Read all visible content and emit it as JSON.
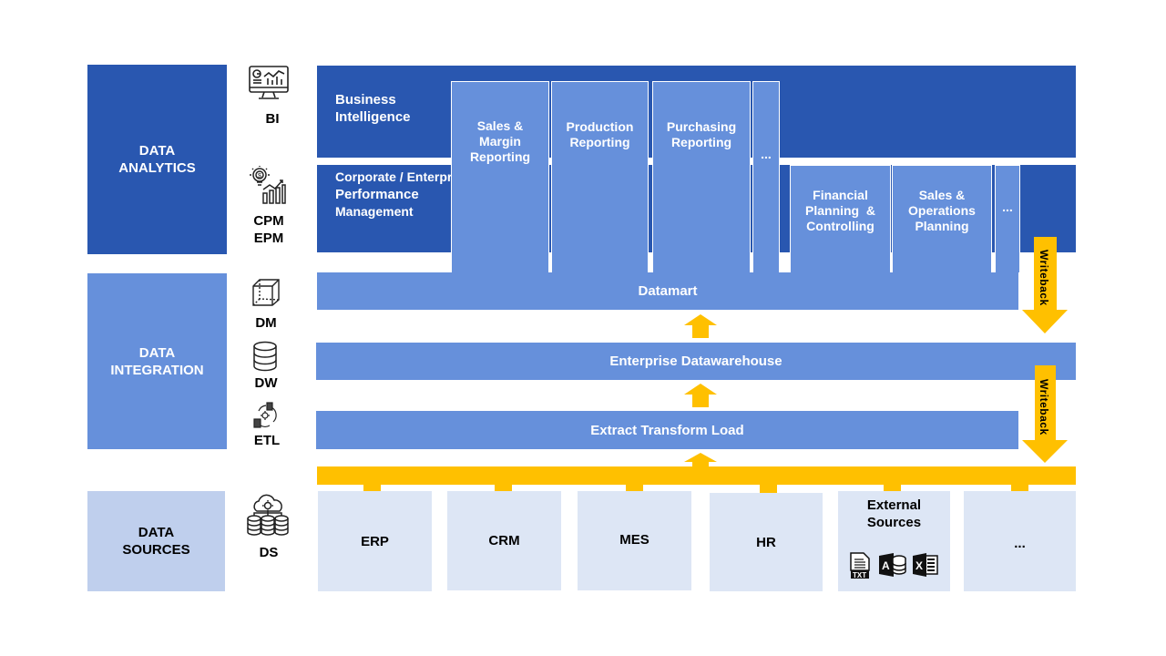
{
  "layers": [
    {
      "id": "analytics",
      "label": "DATA\nANALYTICS",
      "label_lines": [
        "DATA",
        "ANALYTICS"
      ],
      "color": "#2957b0"
    },
    {
      "id": "integration",
      "label_lines": [
        "DATA",
        "INTEGRATION"
      ],
      "color": "#6690db"
    },
    {
      "id": "sources",
      "label_lines": [
        "DATA",
        "SOURCES"
      ],
      "color": "#bfcfed"
    }
  ],
  "tiers": [
    {
      "abbr": "BI",
      "icon": "monitor-chart-icon"
    },
    {
      "abbr_lines": [
        "CPM",
        "EPM"
      ],
      "icon": "lightbulb-dollar-chart-icon"
    },
    {
      "abbr": "DM",
      "icon": "cube-icon"
    },
    {
      "abbr": "DW",
      "icon": "database-icon"
    },
    {
      "abbr": "ETL",
      "icon": "etl-cycle-icon"
    },
    {
      "abbr": "DS",
      "icon": "cloud-databases-icon"
    }
  ],
  "bands": {
    "bi": {
      "lines": [
        "Business",
        "Intelligence"
      ]
    },
    "cpm": {
      "lines": [
        "Corporate / Enterprise",
        "Performance",
        "Management"
      ]
    }
  },
  "bi_columns": [
    {
      "lines": [
        "Sales &",
        "Margin",
        "Reporting"
      ]
    },
    {
      "lines": [
        "Production",
        "Reporting"
      ]
    },
    {
      "lines": [
        "Purchasing",
        "Reporting"
      ]
    },
    {
      "lines": [
        "..."
      ]
    }
  ],
  "cpm_columns": [
    {
      "lines": [
        "Financial",
        "Planning  &",
        "Controlling"
      ]
    },
    {
      "lines": [
        "Sales &",
        "Operations",
        "Planning"
      ]
    },
    {
      "lines": [
        "..."
      ]
    }
  ],
  "integration": {
    "datamart": "Datamart",
    "datawarehouse": "Enterprise Datawarehouse",
    "etl": "Extract Transform Load"
  },
  "writeback": [
    "Writeback",
    "Writeback"
  ],
  "sources": [
    {
      "label": "ERP"
    },
    {
      "label": "CRM"
    },
    {
      "label": "MES"
    },
    {
      "label": "HR"
    },
    {
      "label_lines": [
        "External",
        "Sources"
      ],
      "file_icons": [
        "txt-file-icon",
        "access-database-icon",
        "excel-file-icon"
      ]
    },
    {
      "label": "..."
    }
  ],
  "colors": {
    "dark_blue": "#2957b0",
    "mid_blue": "#6690db",
    "light_blue": "#bfcfed",
    "pale_blue": "#dde6f5",
    "arrow_yellow": "#ffc000"
  }
}
